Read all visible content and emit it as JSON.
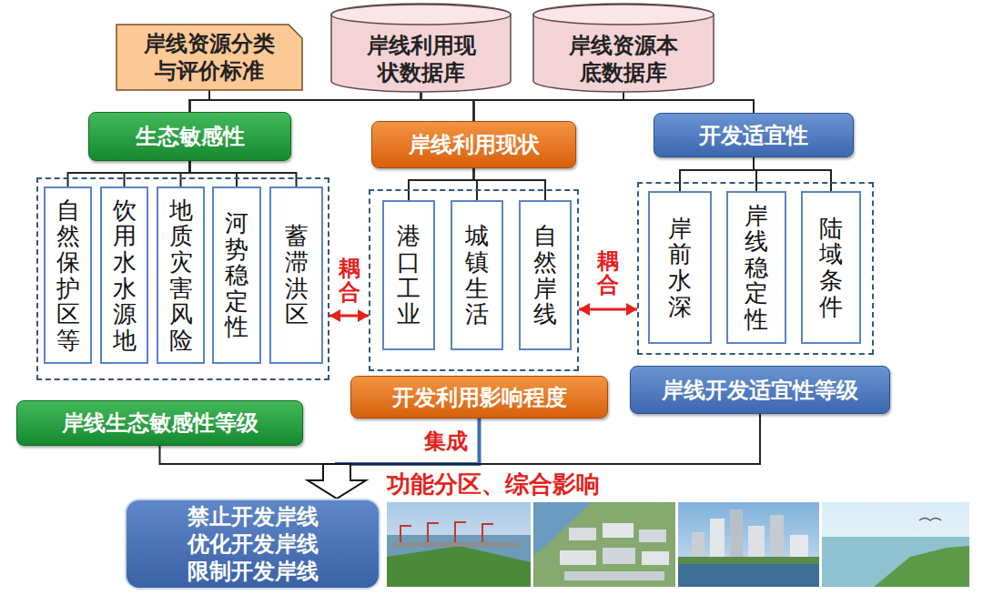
{
  "diagram": {
    "nodes": [
      {
        "text": [
          "岸线资源分类 与评价标准"
        ]
      },
      {
        "text": [
          "岸线利用现 状数据库"
        ]
      },
      {
        "text": [
          "岸线资源本 底数据库"
        ]
      },
      {
        "text": [
          "生态敏感性"
        ]
      },
      {
        "text": [
          "岸线利用现状"
        ]
      },
      {
        "text": [
          "开发适宜性"
        ]
      },
      {
        "text": []
      },
      {
        "text": [
          "自然保护区等"
        ],
        "in": 6
      },
      {
        "text": [
          "饮用水水源地"
        ],
        "in": 6
      },
      {
        "text": [
          "地质灾害风险"
        ],
        "in": 6
      },
      {
        "text": [
          "河势稳定性"
        ],
        "in": 6
      },
      {
        "text": [
          "蓄滞洪区"
        ],
        "in": 6
      },
      {
        "text": []
      },
      {
        "text": [
          "港口工业"
        ],
        "in": 12
      },
      {
        "text": [
          "城镇生活"
        ],
        "in": 12
      },
      {
        "text": [
          "自然岸线"
        ],
        "in": 12
      },
      {
        "text": []
      },
      {
        "text": [
          "岸前水深"
        ],
        "in": 16
      },
      {
        "text": [
          "岸线稳定性"
        ],
        "in": 16
      },
      {
        "text": [
          "陆域条件"
        ],
        "in": 16
      },
      {
        "text": [
          "岸线生态敏感性等级"
        ]
      },
      {
        "text": [
          "开发利用影响程度"
        ]
      },
      {
        "text": [
          "岸线开发适宜性等级"
        ]
      },
      {
        "text": [
          "禁止开发岸线 优化开发岸线 限制开发岸线"
        ]
      }
    ],
    "edges": [
      {
        "from": 0,
        "to": 3,
        "arrow": "none"
      },
      {
        "from": 0,
        "to": 4,
        "arrow": "none"
      },
      {
        "from": 0,
        "to": 5,
        "arrow": "none"
      },
      {
        "from": 1,
        "to": 3,
        "arrow": "none"
      },
      {
        "from": 1,
        "to": 4,
        "arrow": "none"
      },
      {
        "from": 1,
        "to": 5,
        "arrow": "none"
      },
      {
        "from": 2,
        "to": 3,
        "arrow": "none"
      },
      {
        "from": 2,
        "to": 4,
        "arrow": "none"
      },
      {
        "from": 2,
        "to": 5,
        "arrow": "none"
      },
      {
        "from": 3,
        "to": 7,
        "arrow": "none"
      },
      {
        "from": 3,
        "to": 8,
        "arrow": "none"
      },
      {
        "from": 3,
        "to": 9,
        "arrow": "none"
      },
      {
        "from": 3,
        "to": 10,
        "arrow": "none"
      },
      {
        "from": 3,
        "to": 11,
        "arrow": "none"
      },
      {
        "from": 4,
        "to": 13,
        "arrow": "none"
      },
      {
        "from": 4,
        "to": 14,
        "arrow": "none"
      },
      {
        "from": 4,
        "to": 15,
        "arrow": "none"
      },
      {
        "from": 5,
        "to": 17,
        "arrow": "none"
      },
      {
        "from": 5,
        "to": 18,
        "arrow": "none"
      },
      {
        "from": 5,
        "to": 19,
        "arrow": "none"
      },
      {
        "from": 6,
        "to": 12,
        "label": "耦合",
        "arrow": "both"
      },
      {
        "from": 12,
        "to": 16,
        "label": "耦合",
        "arrow": "both"
      },
      {
        "from": 20,
        "to": 23,
        "arrow": "to"
      },
      {
        "from": 21,
        "to": 23,
        "label": "集成",
        "arrow": "to"
      },
      {
        "from": 22,
        "to": 23,
        "arrow": "to"
      }
    ],
    "labels": [
      "功能分区、综合影响"
    ]
  }
}
